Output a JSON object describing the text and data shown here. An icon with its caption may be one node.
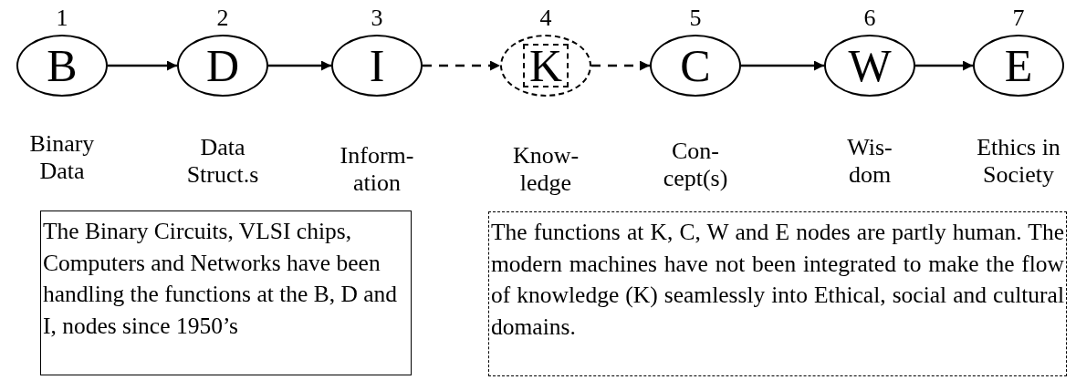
{
  "diagram": {
    "nodes": [
      {
        "text": [
          "B",
          "Binary Data"
        ],
        "beside": [
          "1"
        ]
      },
      {
        "text": [
          "D",
          "Data Struct.s"
        ],
        "beside": [
          "2"
        ]
      },
      {
        "text": [
          "I",
          "Inform- ation"
        ],
        "beside": [
          "3"
        ]
      },
      {
        "text": [
          "K",
          "Know- ledge"
        ],
        "beside": [
          "4"
        ]
      },
      {
        "text": [
          "C",
          "Con- cept(s)"
        ],
        "beside": [
          "5"
        ]
      },
      {
        "text": [
          "W",
          "Wis- dom"
        ],
        "beside": [
          "6"
        ]
      },
      {
        "text": [
          "E",
          "Ethics in Society"
        ],
        "beside": [
          "7"
        ]
      },
      {
        "text": [
          "The Binary Circuits, VLSI chips, Computers and Networks have been handling the functions at the B, D and I, nodes since 1950’s"
        ]
      },
      {
        "text": [
          "The functions at K, C, W and E nodes are partly human. The modern machines have not been integrated to make the flow of knowledge (K) seamlessly into Ethical, social and cultural domains."
        ]
      }
    ],
    "edges": [
      {
        "from": 0,
        "to": 1,
        "arrow": "to"
      },
      {
        "from": 1,
        "to": 2,
        "arrow": "to"
      },
      {
        "from": 2,
        "to": 3,
        "arrow": "to",
        "style": "dashed"
      },
      {
        "from": 3,
        "to": 4,
        "arrow": "to",
        "style": "dashed"
      },
      {
        "from": 4,
        "to": 5,
        "arrow": "to"
      },
      {
        "from": 5,
        "to": 6,
        "arrow": "to"
      }
    ]
  }
}
